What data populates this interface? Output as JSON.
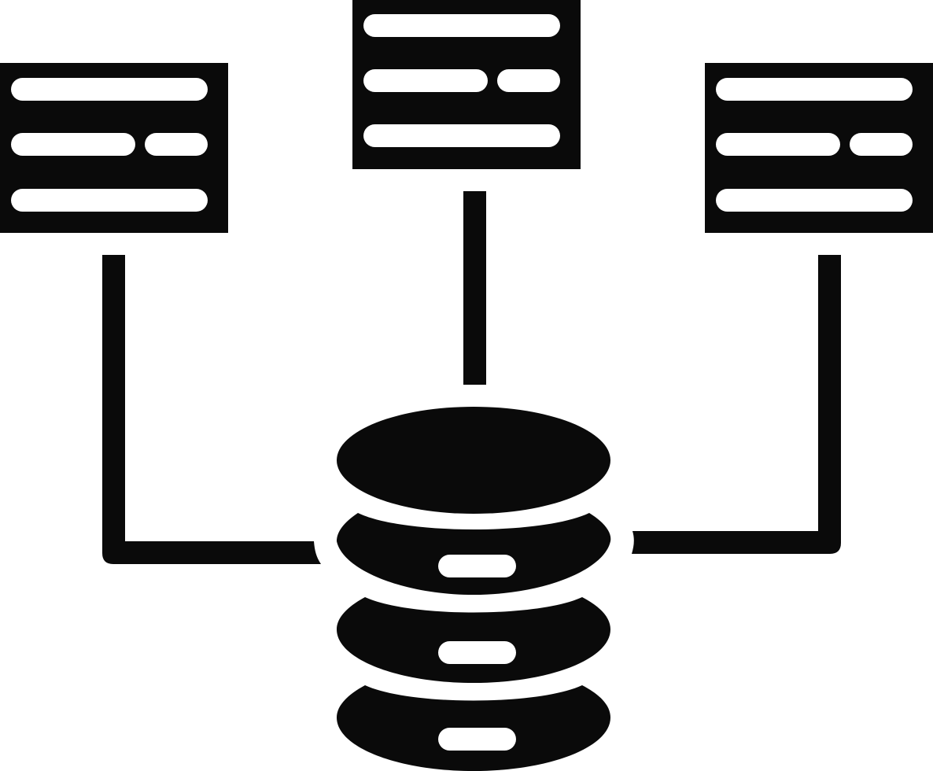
{
  "diagram": {
    "ink_color": "#0a0a0a",
    "background_color": "#ffffff",
    "nodes": [
      {
        "id": "left-panel",
        "icon": "document-panel-icon",
        "rows": [
          [
            "bar"
          ],
          [
            "bar",
            "bar"
          ],
          [
            "bar"
          ]
        ]
      },
      {
        "id": "center-panel",
        "icon": "document-panel-icon",
        "rows": [
          [
            "bar"
          ],
          [
            "bar",
            "bar"
          ],
          [
            "bar"
          ]
        ]
      },
      {
        "id": "right-panel",
        "icon": "document-panel-icon",
        "rows": [
          [
            "bar"
          ],
          [
            "bar",
            "bar"
          ],
          [
            "bar"
          ]
        ]
      },
      {
        "id": "database",
        "icon": "database-icon",
        "layers": 4
      }
    ],
    "edges": [
      {
        "from": "left-panel",
        "to": "database"
      },
      {
        "from": "center-panel",
        "to": "database"
      },
      {
        "from": "right-panel",
        "to": "database"
      }
    ]
  }
}
